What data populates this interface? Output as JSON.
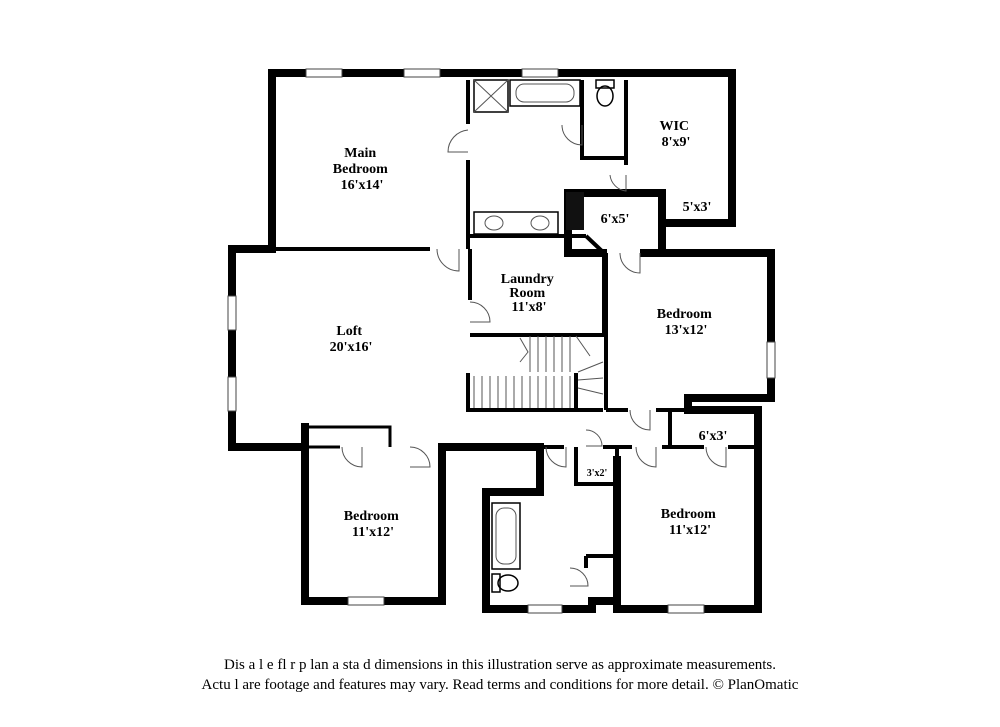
{
  "rooms": [
    {
      "id": "main-bedroom",
      "lines": [
        "Main",
        "Bedroom",
        "16'x14'"
      ]
    },
    {
      "id": "wic",
      "lines": [
        "WIC",
        "8'x9'"
      ]
    },
    {
      "id": "closet-5x3",
      "lines": [
        "5'x3'"
      ]
    },
    {
      "id": "closet-6x5",
      "lines": [
        "6'x5'"
      ]
    },
    {
      "id": "laundry-room",
      "lines": [
        "Laundry",
        "Room",
        "11'x8'"
      ]
    },
    {
      "id": "loft",
      "lines": [
        "Loft",
        "20'x16'"
      ]
    },
    {
      "id": "bedroom-east",
      "lines": [
        "Bedroom",
        "13'x12'"
      ]
    },
    {
      "id": "closet-6x3",
      "lines": [
        "6'x3'"
      ]
    },
    {
      "id": "closet-3x2",
      "lines": [
        "3'x2'"
      ]
    },
    {
      "id": "bedroom-southwest",
      "lines": [
        "Bedroom",
        "11'x12'"
      ]
    },
    {
      "id": "bedroom-southeast",
      "lines": [
        "Bedroom",
        "11'x12'"
      ]
    }
  ],
  "disclaimer": {
    "line1": "Dis  a   l  e fl   r p lan a   sta  d dimensions in this illustration serve as approximate measurements.",
    "line2": "Actu  l   are footage and features may vary. Read terms and conditions for more detail. © PlanOmatic"
  }
}
